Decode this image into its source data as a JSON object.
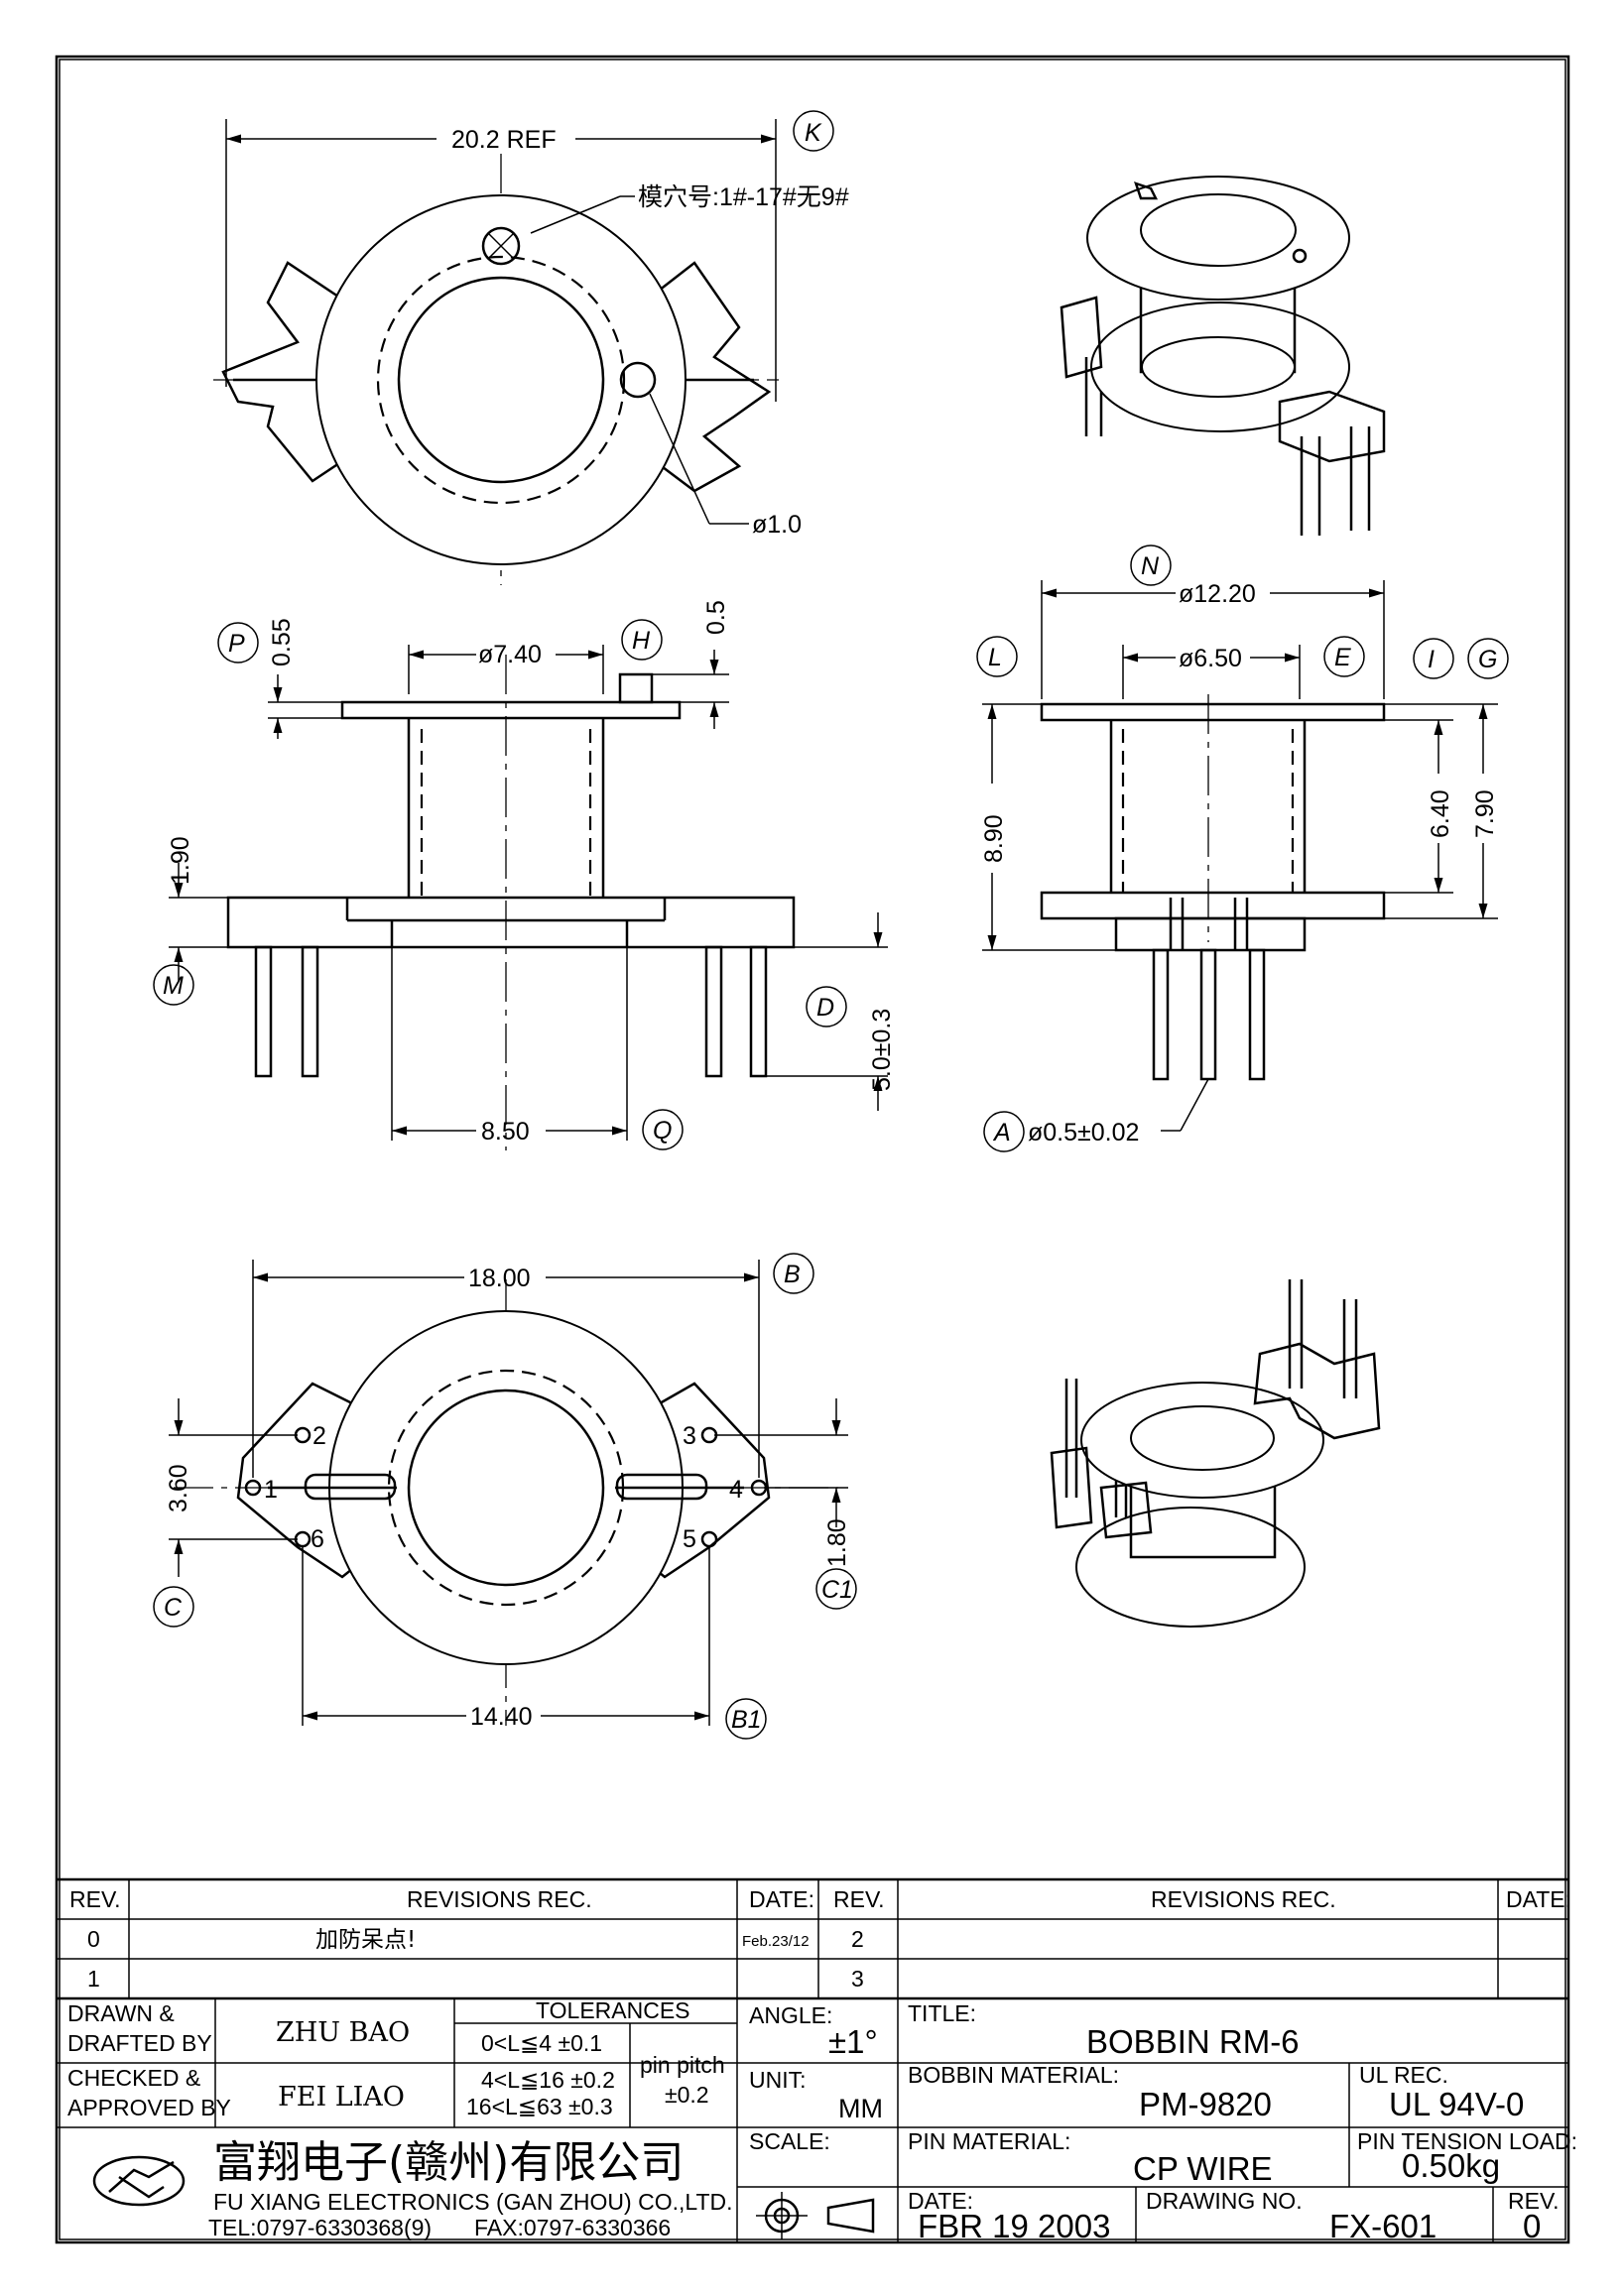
{
  "drawing": {
    "top_view": {
      "width_ref": "20.2 REF",
      "cavity_note": "模穴号:1#-17#无9#",
      "hole_dia": "ø1.0",
      "label_k": "K"
    },
    "front_view": {
      "dia_inner": "ø7.40",
      "dim_055": "0.55",
      "dim_05": "0.5",
      "dim_190": "1.90",
      "dim_850": "8.50",
      "dim_pin": "5.0±0.3",
      "labels": {
        "p": "P",
        "h": "H",
        "m": "M",
        "d": "D",
        "q": "Q"
      }
    },
    "side_view": {
      "dia_flange": "ø12.20",
      "dia_core": "ø6.50",
      "dim_890": "8.90",
      "dim_640": "6.40",
      "dim_790": "7.90",
      "pin_dia": "ø0.5±0.02",
      "labels": {
        "n": "N",
        "l": "L",
        "e": "E",
        "i": "I",
        "g": "G",
        "a": "A"
      }
    },
    "bottom_view": {
      "dim_1800": "18.00",
      "dim_1440": "14.40",
      "dim_360": "3.60",
      "dim_180": "1.80",
      "pins": [
        "1",
        "2",
        "3",
        "4",
        "5",
        "6"
      ],
      "labels": {
        "b": "B",
        "b1": "B1",
        "c": "C",
        "c1": "C1"
      }
    }
  },
  "title_block": {
    "rev_header": "REV.",
    "revisions_header": "REVISIONS  REC.",
    "date_header": "DATE:",
    "rev_rows_left": [
      {
        "rev": "0",
        "text": "加防呆点!",
        "date": "Feb.23/12"
      },
      {
        "rev": "1",
        "text": "",
        "date": ""
      }
    ],
    "rev_rows_right": [
      {
        "rev": "2",
        "text": "",
        "date": ""
      },
      {
        "rev": "3",
        "text": "",
        "date": ""
      }
    ],
    "drawn_label": "DRAWN &",
    "drafted_label": "DRAFTED BY",
    "drawn_name": "ZHU  BAO",
    "checked_label": "CHECKED &",
    "approved_label": "APPROVED BY",
    "checked_name": "FEI LIAO",
    "tolerances_label": "TOLERANCES",
    "tol_rows": [
      "0<L≦4   ±0.1",
      "4<L≦16  ±0.2",
      "16<L≦63  ±0.3"
    ],
    "pin_pitch_label": "pin pitch",
    "pin_pitch_value": "±0.2",
    "angle_label": "ANGLE:",
    "angle_value": "±1°",
    "unit_label": "UNIT:",
    "unit_value": "MM",
    "scale_label": "SCALE:",
    "title_label": "TITLE:",
    "title_value": "BOBBIN  RM-6",
    "bobbin_material_label": "BOBBIN  MATERIAL:",
    "bobbin_material_value": "PM-9820",
    "ul_label": "UL REC.",
    "ul_value": "UL 94V-0",
    "pin_material_label": "PIN  MATERIAL:",
    "pin_material_value": "CP  WIRE",
    "pin_tension_label": "PIN TENSION LOAD:",
    "pin_tension_value": "0.50kg",
    "date_label": "DATE:",
    "date_value": "FBR  19  2003",
    "drawing_no_label": "DRAWING  NO.",
    "drawing_no_value": "FX-601",
    "rev_label": "REV.",
    "rev_value": "0",
    "company_cn": "富翔电子(赣州)有限公司",
    "company_en": "FU XIANG ELECTRONICS (GAN ZHOU) CO.,LTD.",
    "tel": "TEL:0797-6330368(9)",
    "fax": "FAX:0797-6330366"
  }
}
